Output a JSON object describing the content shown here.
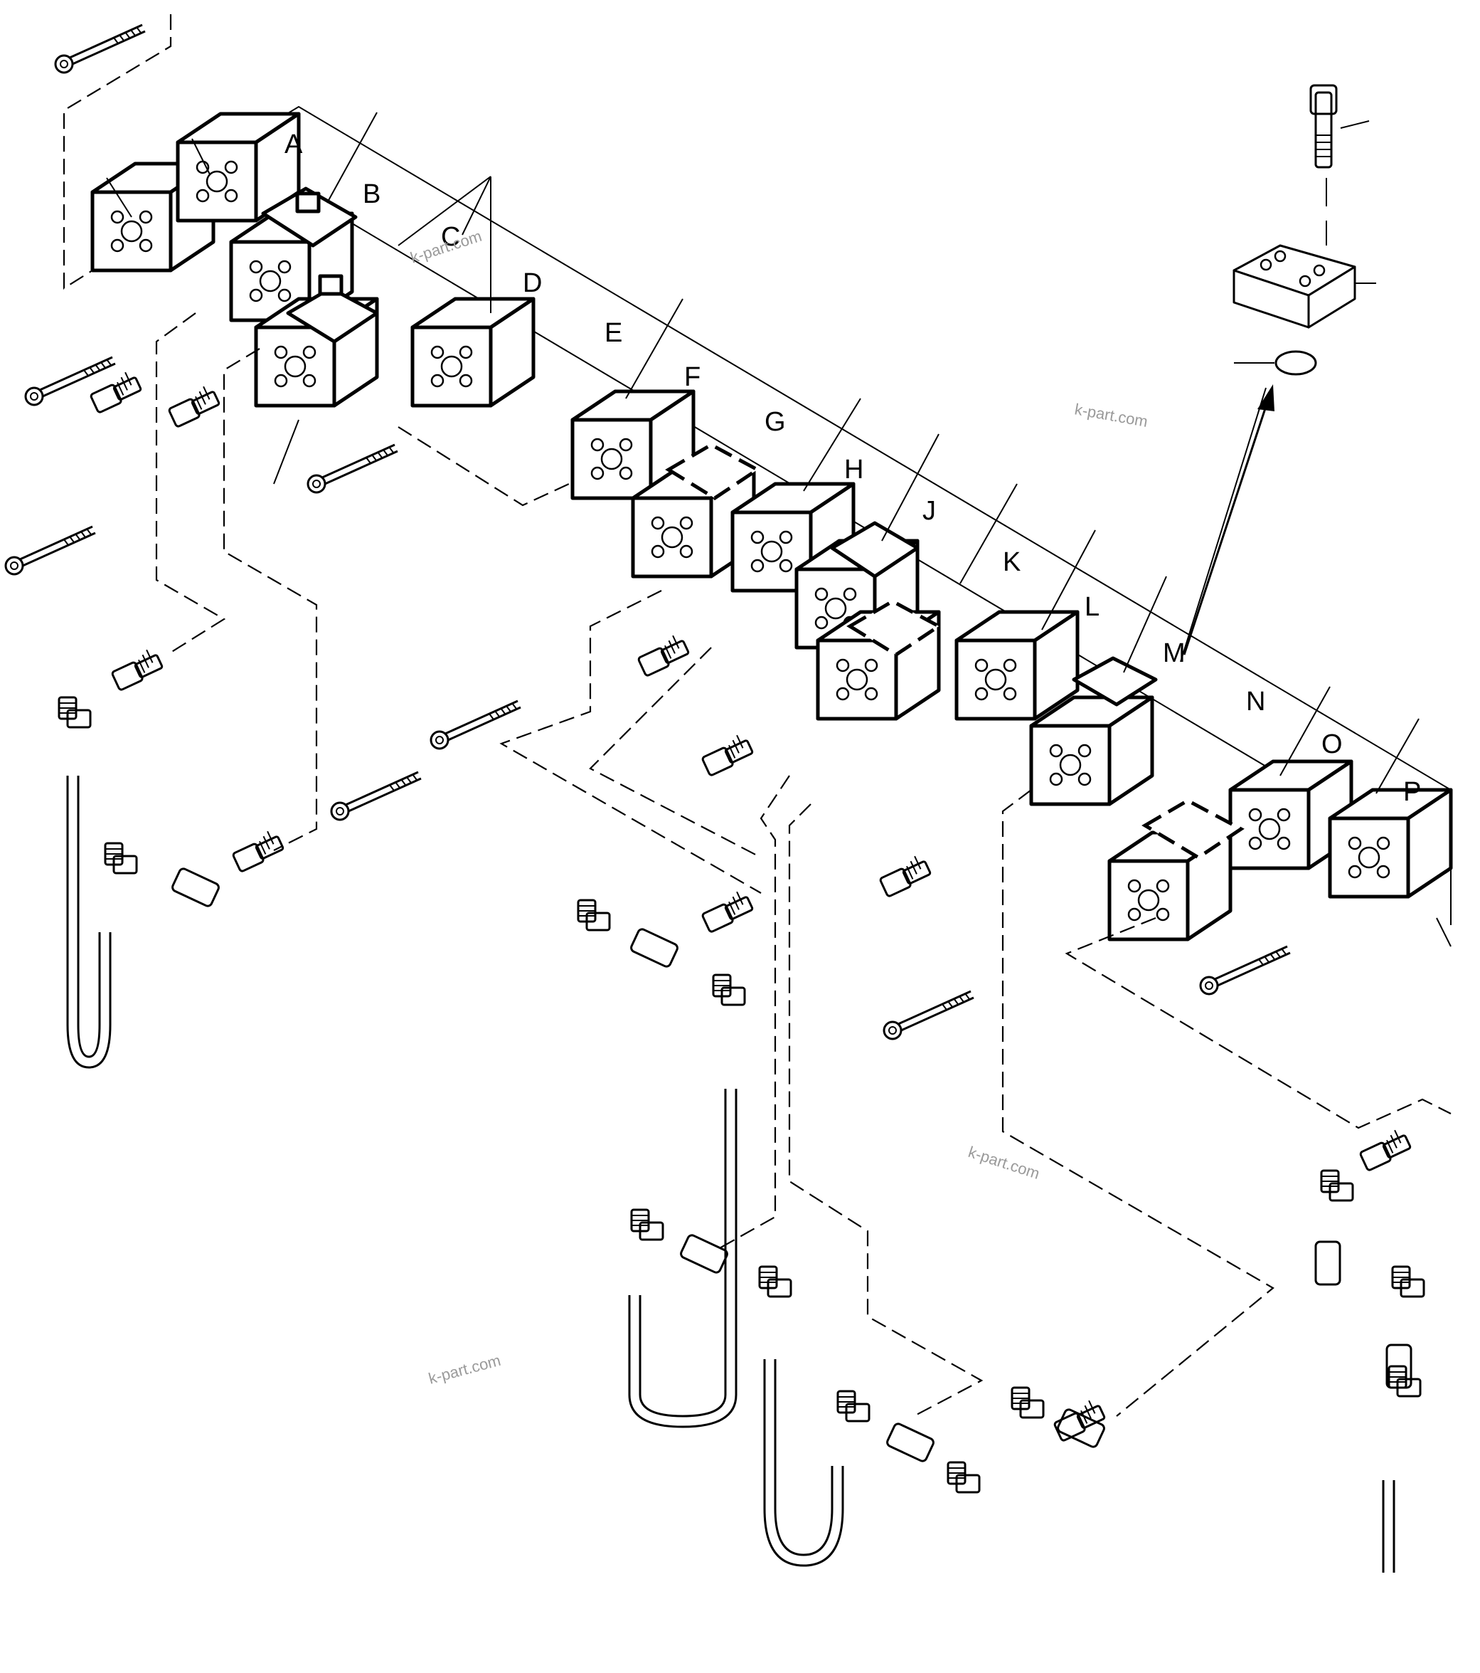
{
  "manifold_labels": [
    "A",
    "B",
    "C",
    "D",
    "E",
    "F",
    "G",
    "H",
    "J",
    "K",
    "L",
    "M",
    "N",
    "O",
    "P"
  ],
  "watermarks": [
    "k-part.com",
    "k-part.com",
    "k-part.com",
    "k-part.com"
  ]
}
